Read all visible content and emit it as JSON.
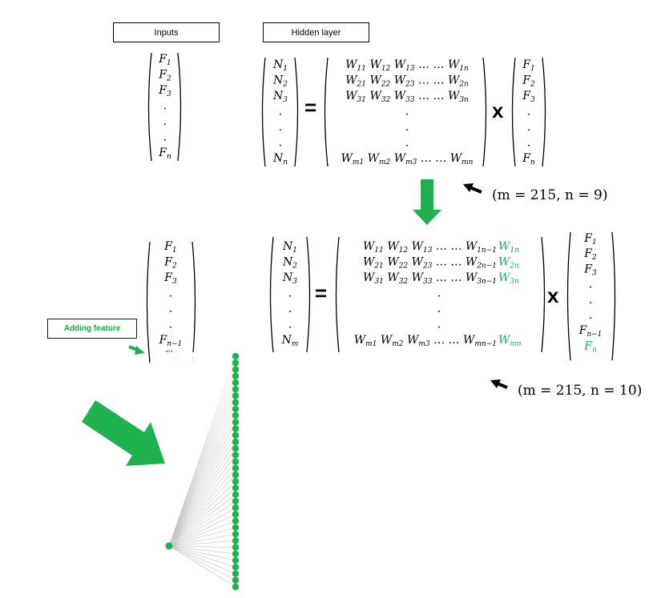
{
  "labels": {
    "inputs": "Inputs",
    "hidden_layer": "Hidden layer",
    "adding_feature": "Adding feature"
  },
  "operators": {
    "equals": "=",
    "times": "x"
  },
  "params": {
    "before": "(m = 215, n = 9)",
    "after": "(m = 215, n = 10)"
  },
  "top": {
    "inputs": [
      "F1",
      "F2",
      "F3",
      ".",
      ".",
      ".",
      "Fn"
    ],
    "neurons": [
      "N1",
      "N2",
      "N3",
      ".",
      ".",
      ".",
      "Nn"
    ],
    "weights": [
      "W11 W12 W13 … … W1n",
      "W21 W22 W23 … … W2n",
      "W31 W32 W33 … … W3n",
      ".",
      ".",
      ".",
      "Wm1 Wm2 Wm3 … … Wmn"
    ],
    "features": [
      "F1",
      "F2",
      "F3",
      ".",
      ".",
      ".",
      "Fn"
    ]
  },
  "bottom": {
    "inputs": [
      "F1",
      "F2",
      "F3",
      ".",
      ".",
      ".",
      "Fn−1",
      "Fn"
    ],
    "neurons": [
      "N1",
      "N2",
      "N3",
      ".",
      ".",
      ".",
      "Nm"
    ],
    "weights": [
      "W11 W12 W13 … … W1n−1",
      "W21 W22 W23 … … W2n−1",
      "W31 W32 W33 … … W3n−1",
      ".",
      ".",
      ".",
      "Wm1 Wm2 Wm3 … … Wmn−1"
    ],
    "weights_new": [
      "W1n",
      "W2n",
      "W3n",
      "",
      "",
      "",
      "Wmn"
    ],
    "features": [
      "F1",
      "F2",
      "F3",
      ".",
      ".",
      ".",
      "Fn−1",
      "Fn"
    ]
  },
  "network": {
    "hidden_nodes": 36,
    "input_nodes": 1
  },
  "colors": {
    "accent": "#1fb050",
    "black": "#000000",
    "edge": "#c8c8c8"
  }
}
